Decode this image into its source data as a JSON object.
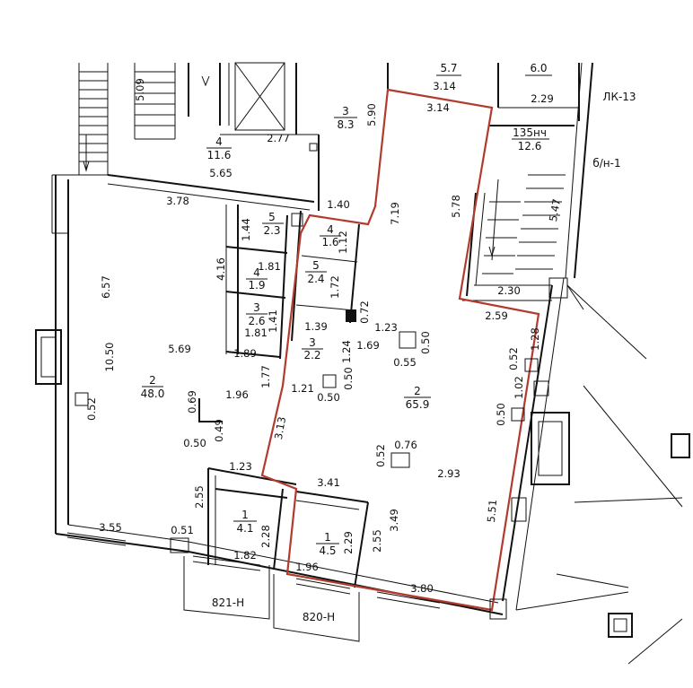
{
  "rooms": [
    {
      "id": "r2-48",
      "index": "2",
      "area": "48.0"
    },
    {
      "id": "r2-65",
      "index": "2",
      "area": "65.9"
    },
    {
      "id": "r4-116",
      "index": "4",
      "area": "11.6"
    },
    {
      "id": "r3-83",
      "index": "3",
      "area": "8.3"
    },
    {
      "id": "r5-23",
      "index": "5",
      "area": "2.3"
    },
    {
      "id": "r4-19",
      "index": "4",
      "area": "1.9"
    },
    {
      "id": "r3-26",
      "index": "3",
      "area": "2.6"
    },
    {
      "id": "r4-16",
      "index": "4",
      "area": "1.6"
    },
    {
      "id": "r5-24",
      "index": "5",
      "area": "2.4"
    },
    {
      "id": "r3-22",
      "index": "3",
      "area": "2.2"
    },
    {
      "id": "r1-41",
      "index": "1",
      "area": "4.1"
    },
    {
      "id": "r1-45",
      "index": "1",
      "area": "4.5"
    },
    {
      "id": "r135",
      "index": "135нч",
      "area": "12.6"
    },
    {
      "id": "r57",
      "index": "5.7",
      "area": ""
    },
    {
      "id": "r60",
      "index": "6.0",
      "area": ""
    }
  ],
  "dimensions": [
    "3.78",
    "5.65",
    "2.77",
    "5.90",
    "1.40",
    "7.19",
    "5.78",
    "3.14",
    "3.14",
    "2.29",
    "5.47",
    "2.30",
    "2.59",
    "1.28",
    "0.52",
    "1.02",
    "0.50",
    "5.51",
    "2.93",
    "3.49",
    "3.80",
    "2.55",
    "2.29",
    "3.41",
    "1.96",
    "1.82",
    "2.28",
    "2.55",
    "1.23",
    "3.55",
    "0.51",
    "0.52",
    "10.50",
    "6.57",
    "5.69",
    "1.89",
    "1.96",
    "0.69",
    "0.49",
    "0.50",
    "1.77",
    "3.13",
    "1.21",
    "0.50",
    "0.50",
    "1.24",
    "1.69",
    "0.55",
    "0.50",
    "1.23",
    "0.72",
    "1.39",
    "1.72",
    "1.12",
    "1.44",
    "4.16",
    "1.81",
    "1.81",
    "1.41",
    "0.52",
    "0.76",
    "5.09"
  ],
  "labels": {
    "lk13": "ЛК-13",
    "bn1": "б/н-1",
    "door821": "821-Н",
    "door820": "820-Н"
  }
}
